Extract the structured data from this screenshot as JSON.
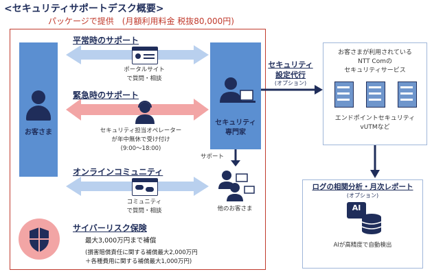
{
  "title": "<セキュリティサポートデスク概要>",
  "subtitle": "パッケージで提供　(月額利用料金 税抜80,000円)",
  "customer_label": "お客さま",
  "expert": {
    "line1": "セキュリティ",
    "line2": "専門家"
  },
  "normal": {
    "title": "平常時のサポート",
    "caption1": "ポータルサイト",
    "caption2": "で質問・相談"
  },
  "emergency": {
    "title": "緊急時のサポート",
    "caption1": "セキュリティ担当オペレーター",
    "caption2": "が年中無休で受け付け",
    "caption3": "(9:00〜18:00)"
  },
  "community": {
    "title": "オンラインコミュニティ",
    "caption1": "コミュニティ",
    "caption2": "で質問・相談"
  },
  "support_label": "サポート",
  "other_customers": "他のお客さま",
  "insurance": {
    "title": "サイバーリスク保険",
    "line1": "最大3,000万円まで補償",
    "line2": "(損害賠償責任に関する補償最大2,000万円",
    "line3": "＋各種費用に関する補償最大1,000万円)"
  },
  "proxy": {
    "line1": "セキュリティ",
    "line2": "設定代行",
    "option": "(オプション)"
  },
  "services": {
    "line1": "お客さまが利用されている",
    "line2": "NTT Comの",
    "line3": "セキュリティサービス",
    "line4": "エンドポイントセキュリティ",
    "line5": "vUTMなど"
  },
  "log": {
    "title": "ログの相関分析・月次レポート",
    "option": "(オプション)",
    "ai_label": "AI",
    "caption": "AIが高精度で自動検出"
  },
  "colors": {
    "navy": "#1f2d5a",
    "blue": "#5b8fd1",
    "red_frame": "#c0392b",
    "pink_arrow": "#f2a5a5",
    "light_arrow": "#b9d0ee"
  }
}
